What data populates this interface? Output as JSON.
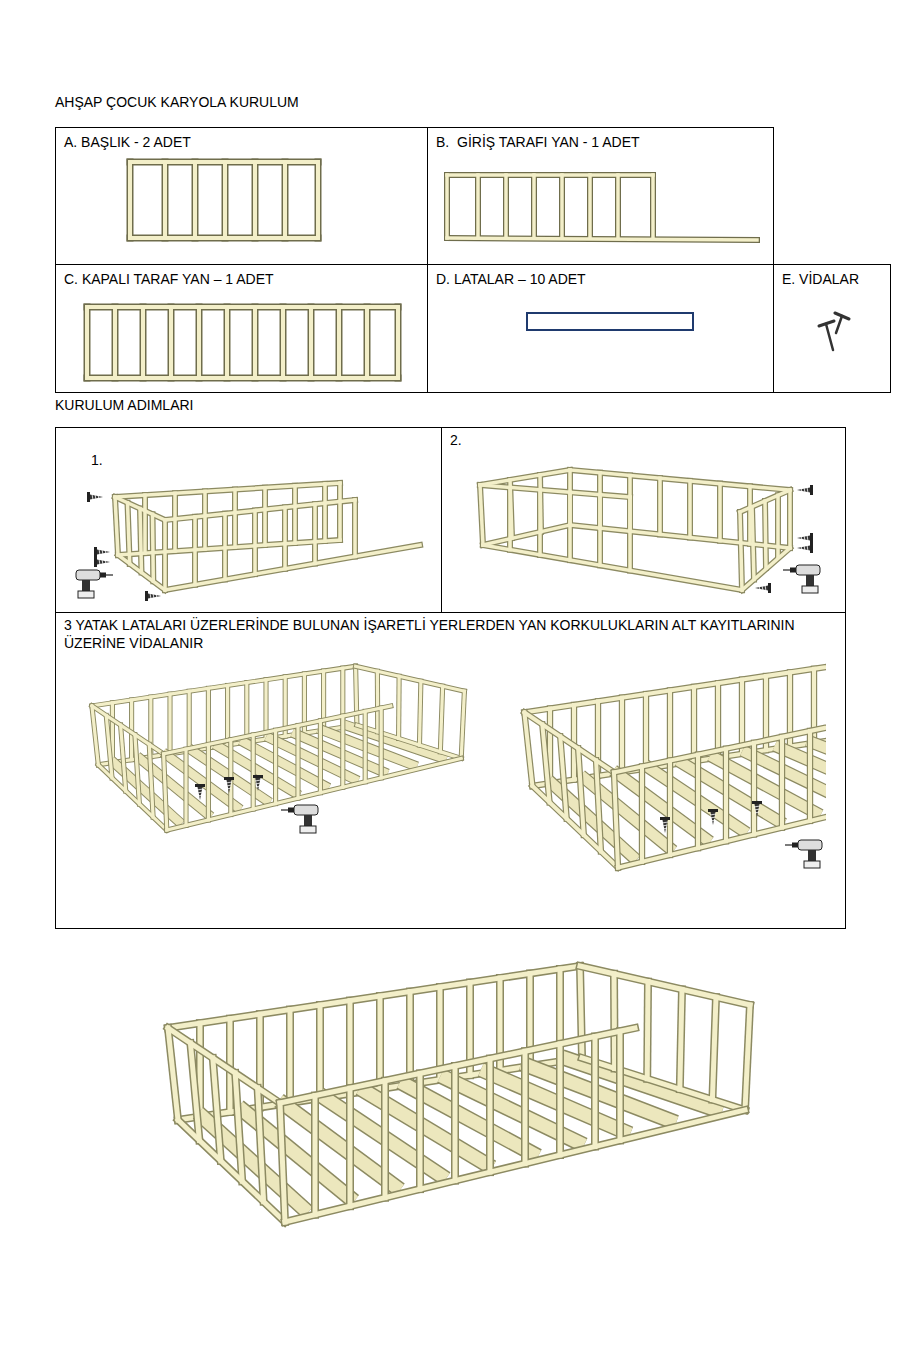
{
  "diagram": {
    "title": "AHŞAP ÇOCUK KARYOLA KURULUM",
    "nodes": [
      {
        "text": [
          "A. BAŞLIK - 2 ADET"
        ]
      },
      {
        "text": [
          "B.  GİRİŞ TARAFI YAN - 1 ADET"
        ]
      },
      {
        "text": [
          "C. KAPALI TARAF YAN – 1 ADET"
        ]
      },
      {
        "text": [
          "D. LATALAR – 10 ADET"
        ]
      },
      {
        "text": [
          "E. VİDALAR"
        ]
      },
      {
        "text": [
          "1."
        ]
      },
      {
        "text": [
          "2."
        ]
      },
      {
        "text": [
          "3 YATAK LATALARI ÜZERLERİNDE BULUNAN İŞARETLİ YERLERDEN YAN KORKULUKLARIN ALT KAYITLARININ ÜZERİNE VİDALANIR"
        ]
      }
    ],
    "labels": [
      "KURULUM ADIMLARI"
    ]
  }
}
